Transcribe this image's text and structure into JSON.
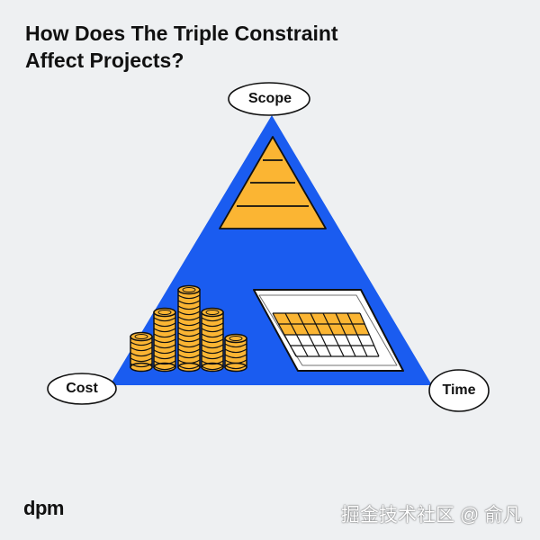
{
  "title": {
    "line1": "How Does The Triple Constraint",
    "line2": "Affect Projects?"
  },
  "labels": {
    "scope": "Scope",
    "cost": "Cost",
    "time": "Time"
  },
  "brand": "dpm",
  "watermark": "掘金技术社区 @ 俞凡",
  "colors": {
    "triangle": "#1a5cf0",
    "accent": "#fbb533",
    "outline": "#111111",
    "background": "#eef0f2"
  },
  "icons": {
    "scope": "pyramid-icon",
    "cost": "coin-stacks-icon",
    "time": "calendar-icon"
  }
}
